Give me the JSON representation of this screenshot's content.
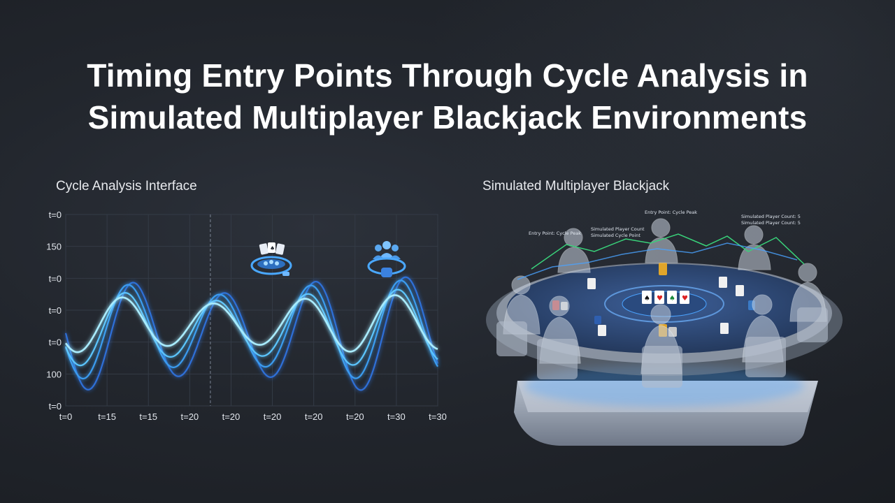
{
  "page": {
    "title_line1": "Timing Entry Points Through Cycle Analysis in",
    "title_line2": "Simulated Multiplayer Blackjack Environments"
  },
  "panels": {
    "left_label": "Cycle Analysis Interface",
    "right_label": "Simulated Multiplayer Blackjack"
  },
  "chart_data": {
    "type": "line",
    "y_tick_labels": [
      "t=0",
      "150",
      "t=0",
      "t=0",
      "t=0",
      "100",
      "t=0"
    ],
    "x_tick_labels": [
      "t=0",
      "t=15",
      "t=15",
      "t=20",
      "t=20",
      "t=20",
      "t=20",
      "t=20",
      "t=30",
      "t=30"
    ],
    "grid": true,
    "series_colors": [
      "#2f6fd8",
      "#3b9cf0",
      "#5cc6ff",
      "#a9ecff"
    ],
    "icons": [
      "cards-table-icon",
      "players-icon"
    ]
  },
  "scene": {
    "annotations": [
      "Entry Point: Cycle Peak",
      "Entry Point: Cycle Peak",
      "Simulated Player Count",
      "Simulated Cycle Point",
      "Simulated Player Count: 5",
      "Simulated Player Count: 5"
    ],
    "colors": {
      "table_felt": "#2f4a7a",
      "table_glow": "#4aa3ff",
      "platform": "#8a93a3",
      "trend_line": "#39d27a"
    }
  }
}
